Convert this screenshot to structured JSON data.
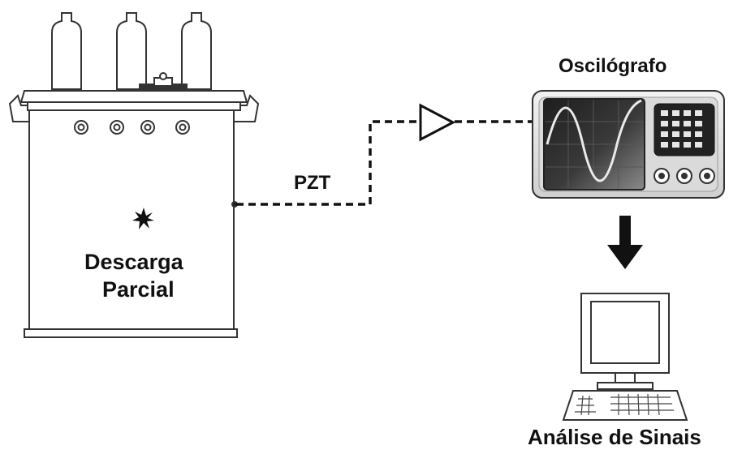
{
  "labels": {
    "pzt": "PZT",
    "discharge_line1": "Descarga",
    "discharge_line2": "Parcial",
    "oscillograph": "Oscilógrafo",
    "signal_analysis": "Análise de Sinais"
  },
  "colors": {
    "outline": "#222222",
    "screen_dark": "#2f2f2f",
    "screen_light": "#6a6a6a",
    "device_body": "#e2e2e2",
    "trace": "#e8e8e8"
  }
}
